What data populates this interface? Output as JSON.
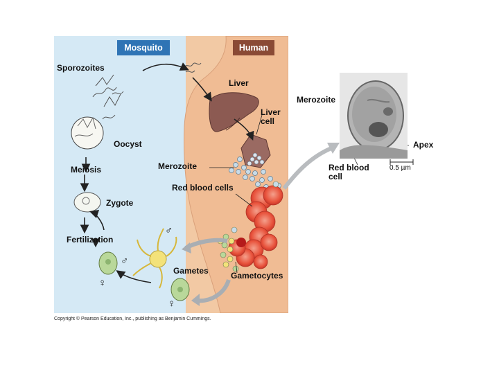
{
  "headers": {
    "mosquito": "Mosquito",
    "human": "Human"
  },
  "labels": {
    "sporozoites": "Sporozoites",
    "liver": "Liver",
    "liver_cell_1": "Liver",
    "liver_cell_2": "cell",
    "oocyst": "Oocyst",
    "meiosis": "Meiosis",
    "merozoite": "Merozoite",
    "red_blood_cells": "Red blood cells",
    "zygote": "Zygote",
    "fertilization": "Fertilization",
    "gametes": "Gametes",
    "gametocytes": "Gametocytes"
  },
  "symbols": {
    "male": "♂",
    "female": "♀"
  },
  "micrograph": {
    "merozoite": "Merozoite",
    "apex": "Apex",
    "rbc_1": "Red blood",
    "rbc_2": "cell",
    "scale": "0.5 µm"
  },
  "copyright": "Copyright © Pearson Education, Inc., publishing as Benjamin Cummings.",
  "colors": {
    "mosquito_bg": "#d5e9f5",
    "human_bg": "#f2c9a4",
    "mosquito_tag": "#2f74b5",
    "human_tag": "#8a4a35",
    "rbc": "#e8533c",
    "liver": "#8c5a52",
    "gamete_yellow": "#f3e27a",
    "gamete_green": "#b9d89a"
  }
}
